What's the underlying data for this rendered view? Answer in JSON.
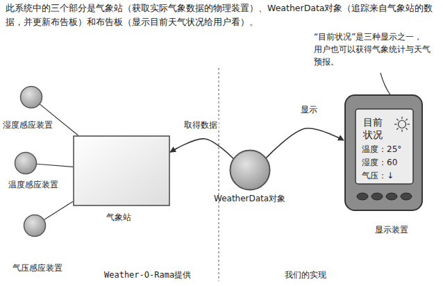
{
  "diagram": {
    "title": "此系统中的三个部分是气象站（获取实际气象数据的物理装置）、WeatherData对象（追踪来自气象站的数据，并更新布告板）和布告板（显示目前天气状况给用户看）。",
    "nodes": [
      {
        "text": [
          "湿度感应装置"
        ]
      },
      {
        "text": [
          "温度感应装置"
        ]
      },
      {
        "text": [
          "气压感应装置"
        ]
      },
      {
        "text": [
          "气象站"
        ]
      },
      {
        "text": [
          "WeatherData对象"
        ]
      },
      {
        "text": [
          "显示装置",
          "目前 状况",
          "温度：25°",
          "湿度：60",
          "气压：↓"
        ]
      }
    ],
    "edges": [
      {
        "from": 0,
        "to": 3,
        "arrow": "none"
      },
      {
        "from": 1,
        "to": 3,
        "arrow": "none"
      },
      {
        "from": 2,
        "to": 3,
        "arrow": "none"
      },
      {
        "from": 4,
        "to": 3,
        "label": "取得数据",
        "arrow": "to"
      },
      {
        "from": 4,
        "to": 5,
        "label": "显示",
        "arrow": "to"
      }
    ],
    "labels": [
      "“目前状况”是三种显示之一，用户也可以获得气象统计与天气预报。",
      "Weather-O-Rama提供",
      "我们的实现"
    ]
  }
}
